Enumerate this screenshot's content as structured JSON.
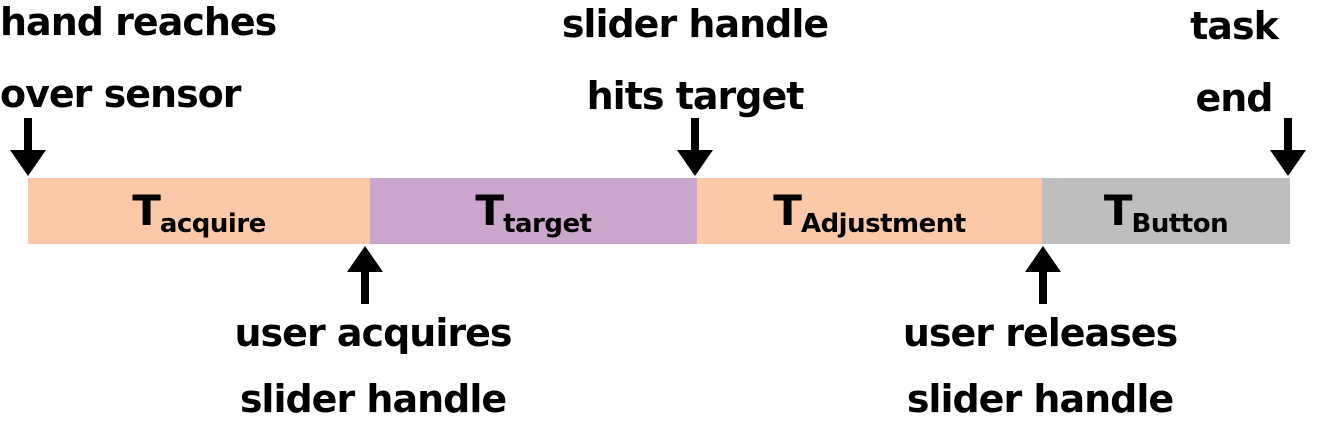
{
  "diagram": {
    "description": "task timeline phases",
    "timeline_segments": [
      {
        "symbol": "T",
        "subscript": "acquire",
        "color": "#FCC9A8"
      },
      {
        "symbol": "T",
        "subscript": "target",
        "color": "#CBA6CC"
      },
      {
        "symbol": "T",
        "subscript": "Adjustment",
        "color": "#FCC9A8"
      },
      {
        "symbol": "T",
        "subscript": "Button",
        "color": "#BEBEBE"
      }
    ],
    "annotations": {
      "top_left": {
        "line1": "hand reaches",
        "line2": "over sensor"
      },
      "top_middle": {
        "line1": "slider handle",
        "line2": "hits target"
      },
      "top_right": {
        "line1": "task",
        "line2": "end"
      },
      "bottom_left": {
        "line1": "user acquires",
        "line2": "slider handle"
      },
      "bottom_right": {
        "line1": "user releases",
        "line2": "slider handle"
      }
    },
    "colors": {
      "background": "#FFFFFF",
      "arrow": "#000000",
      "text": "#000000"
    }
  }
}
